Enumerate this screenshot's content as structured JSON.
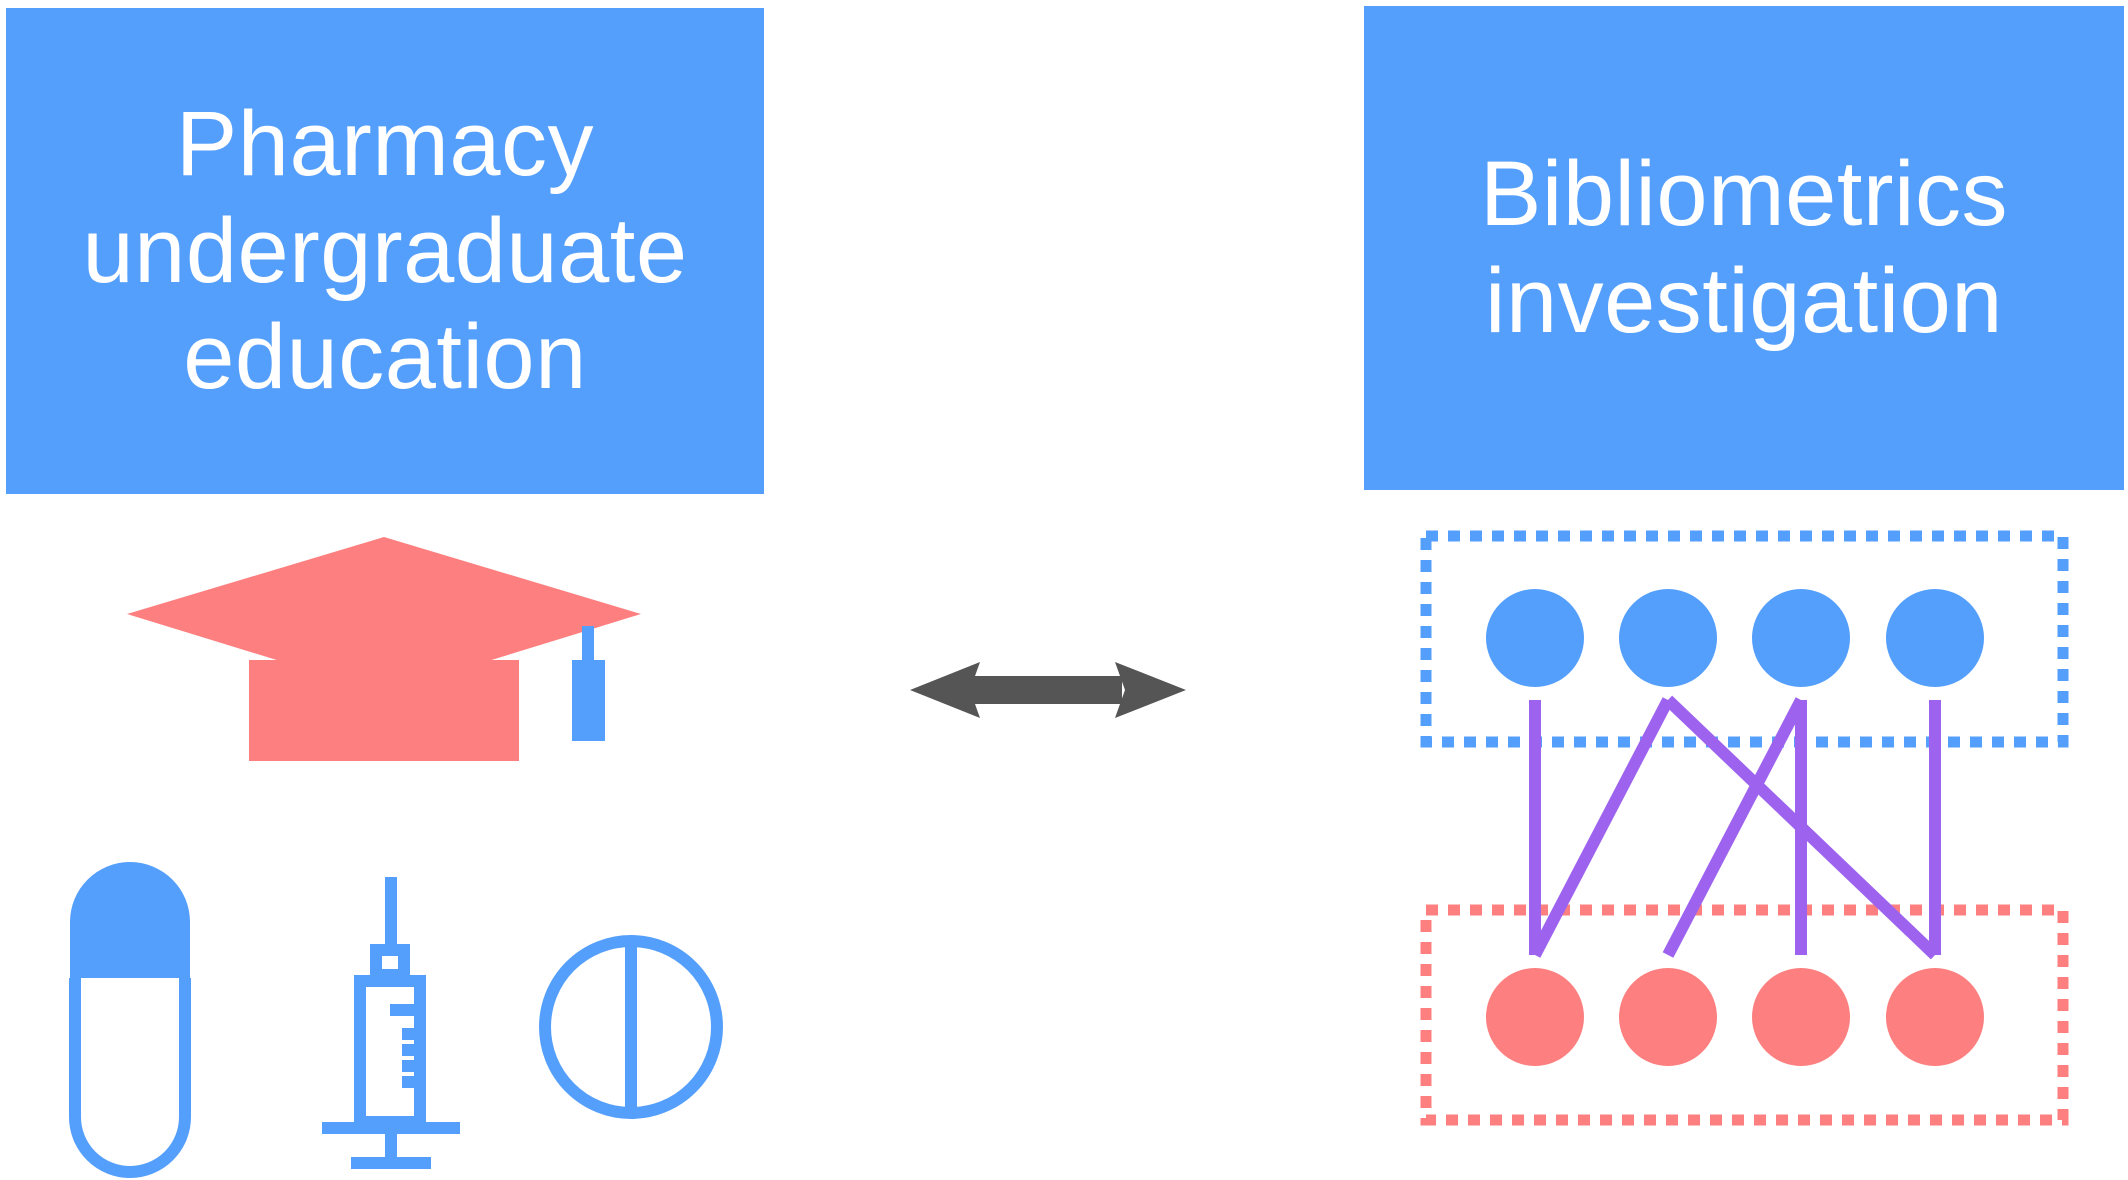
{
  "left_panel": {
    "title_lines": [
      "Pharmacy",
      "undergraduate",
      "education"
    ],
    "icons": [
      "graduation-cap-icon",
      "capsule-icon",
      "syringe-icon",
      "tablet-icon"
    ]
  },
  "center": {
    "icon": "double-headed-arrow-icon"
  },
  "right_panel": {
    "title_lines": [
      "Bibliometrics",
      "investigation"
    ],
    "top_node_count": 4,
    "bottom_node_count": 4,
    "links": [
      [
        0,
        0
      ],
      [
        1,
        0
      ],
      [
        1,
        3
      ],
      [
        2,
        1
      ],
      [
        2,
        2
      ],
      [
        3,
        3
      ]
    ]
  },
  "colors": {
    "box_blue": "#559ffc",
    "icon_blue": "#559ffc",
    "salmon": "#fd7f7f",
    "purple": "#9d63ef",
    "arrow_gray": "#555555"
  }
}
